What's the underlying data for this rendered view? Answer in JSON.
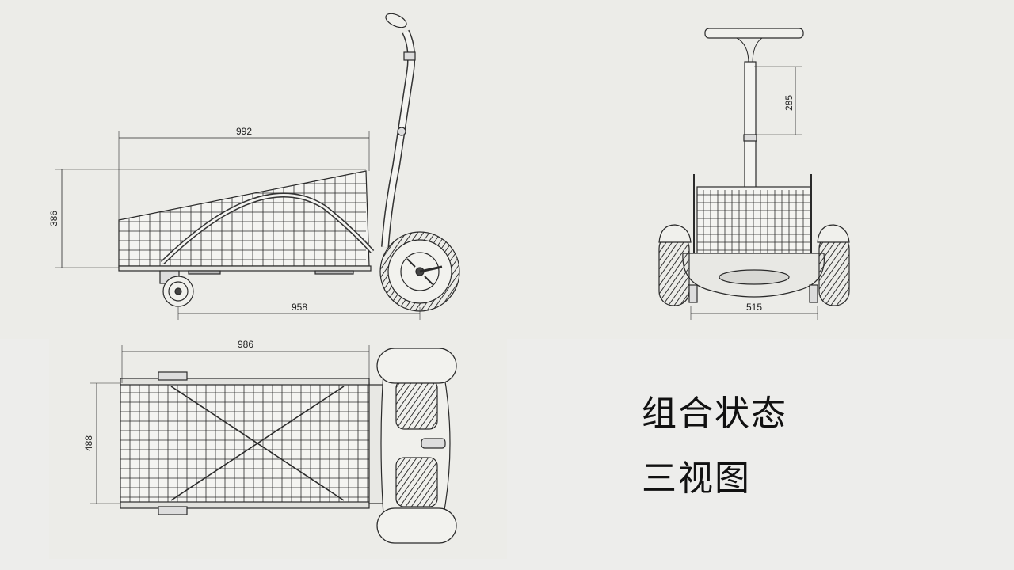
{
  "title": {
    "line1": "组合状态",
    "line2": "三视图"
  },
  "dimensions": {
    "side_length": "992",
    "side_height": "386",
    "side_wheelbase": "958",
    "front_handle": "285",
    "front_width": "515",
    "top_length": "986",
    "top_width": "488"
  },
  "colors": {
    "paper": "#ecece8",
    "panel": "#ededeb",
    "line": "#2a2a2a",
    "text": "#111111"
  }
}
